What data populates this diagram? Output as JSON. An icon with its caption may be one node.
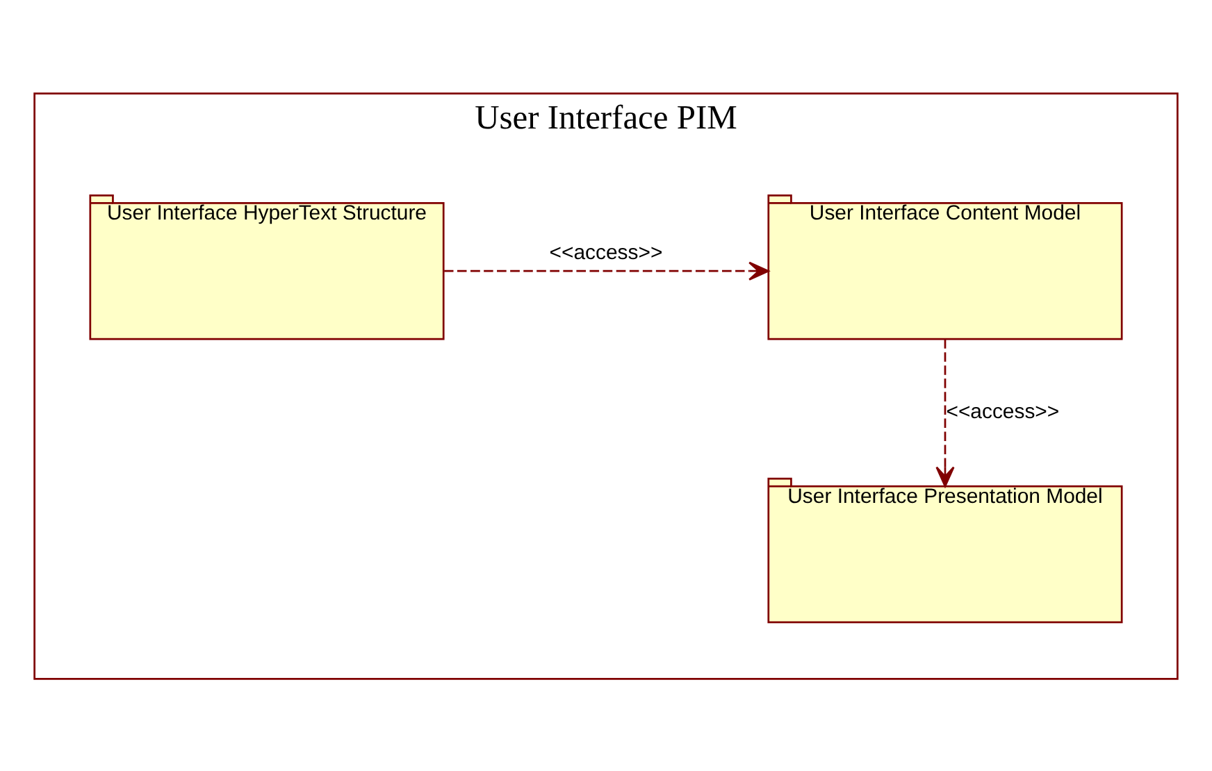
{
  "diagram": {
    "nodes": [
      {
        "text": [
          "User Interface PIM"
        ]
      },
      {
        "text": [
          "User Interface HyperText Structure"
        ],
        "in": 0
      },
      {
        "text": [
          "User Interface Content Model"
        ],
        "in": 0
      },
      {
        "text": [
          "User Interface Presentation Model"
        ],
        "in": 0
      }
    ],
    "edges": [
      {
        "from": 1,
        "to": 2,
        "arrow": "to",
        "label": "<<access>>",
        "style": "dashed"
      },
      {
        "from": 2,
        "to": 3,
        "arrow": "to",
        "label": "<<access>>",
        "style": "dashed"
      }
    ]
  }
}
